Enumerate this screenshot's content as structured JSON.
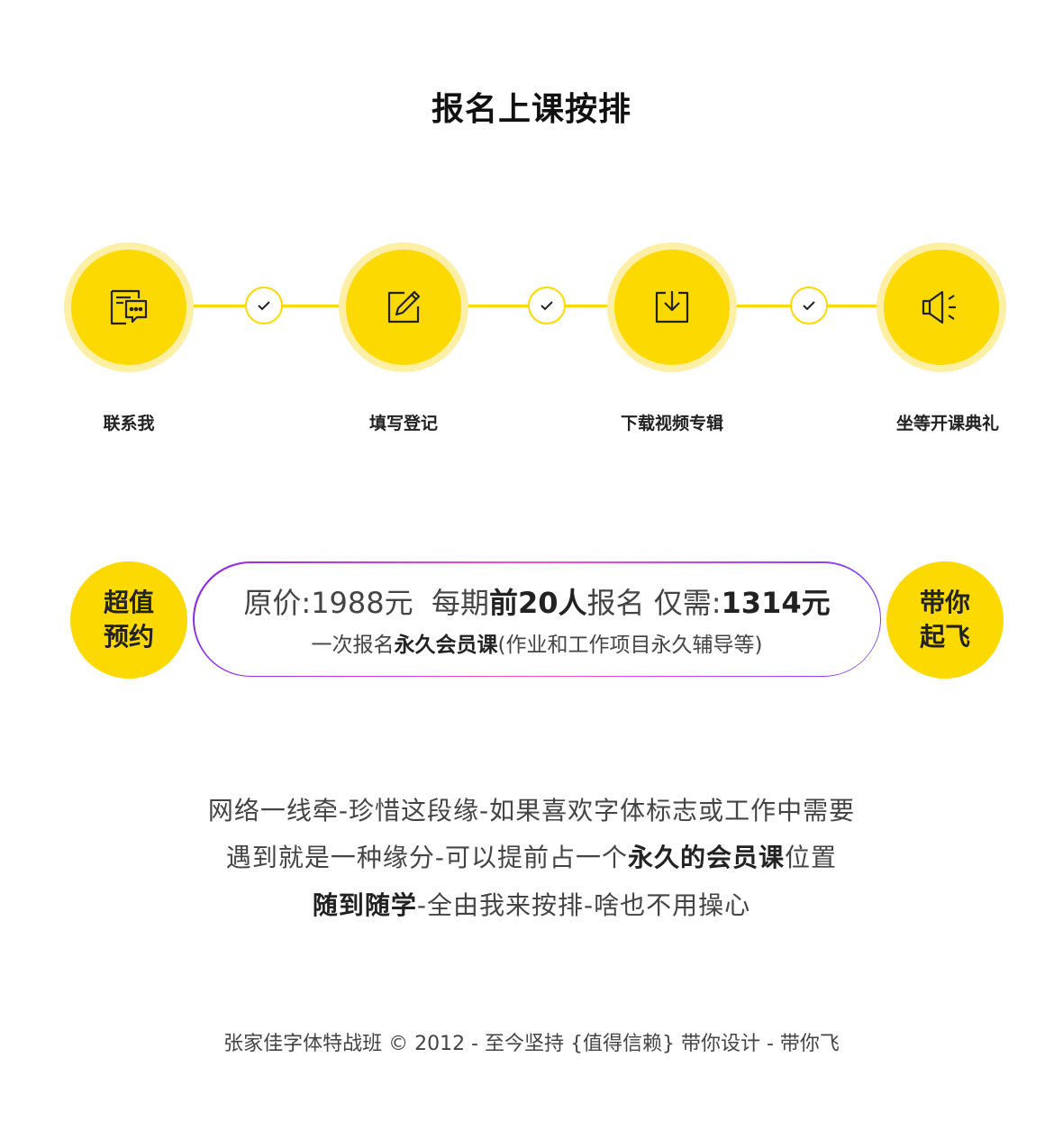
{
  "title": "报名上课按排",
  "steps": [
    {
      "label": "联系我",
      "icon": "chat-icon"
    },
    {
      "label": "填写登记",
      "icon": "edit-icon"
    },
    {
      "label": "下载视频专辑",
      "icon": "download-icon"
    },
    {
      "label": "坐等开课典礼",
      "icon": "speaker-icon"
    }
  ],
  "badges": {
    "left": {
      "line1": "超值",
      "line2": "预约"
    },
    "right": {
      "line1": "带你",
      "line2": "起飞"
    }
  },
  "offer": {
    "original_label": "原价:",
    "original_price": "1988元",
    "period_prefix": "每期",
    "period_bold": "前20人",
    "period_suffix": "报名 仅需:",
    "sale_price": "1314元",
    "member_prefix": "一次报名",
    "member_bold": "永久会员课",
    "member_note": "(作业和工作项目永久辅导等)"
  },
  "paragraph": {
    "line1": "网络一线牵-珍惜这段缘-如果喜欢字体标志或工作中需要",
    "line2_prefix": "遇到就是一种缘分-可以提前占一个",
    "line2_bold": "永久的会员课",
    "line2_suffix": "位置",
    "line3_bold": "随到随学",
    "line3_suffix": "-全由我来按排-啥也不用操心"
  },
  "footer": "张家佳字体特战班 © 2012 - 至今坚持 {值得信赖} 带你设计 - 带你飞",
  "colors": {
    "accent": "#fcd900",
    "accent_light": "#fdf0a6"
  }
}
